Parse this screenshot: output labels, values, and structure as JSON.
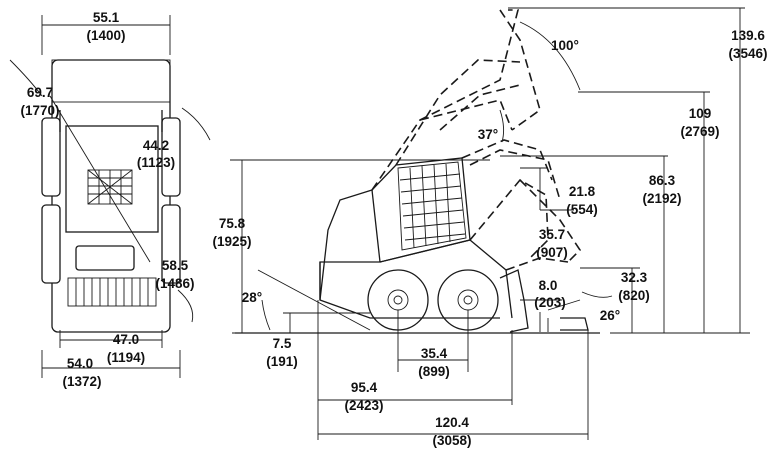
{
  "dimensions": {
    "top_width": {
      "value": "55.1",
      "metric": "(1400)"
    },
    "turning_dia": {
      "value": "69.7",
      "metric": "(1770)"
    },
    "bucket_front": {
      "value": "44.2",
      "metric": "(1123)"
    },
    "diag_rear": {
      "value": "58.5",
      "metric": "(1486)"
    },
    "track_width": {
      "value": "47.0",
      "metric": "(1194)"
    },
    "overall_width": {
      "value": "54.0",
      "metric": "(1372)"
    },
    "rollback_angle": {
      "value": "28°"
    },
    "ground_clear": {
      "value": "7.5",
      "metric": "(191)"
    },
    "height_cab": {
      "value": "75.8",
      "metric": "(1925)"
    },
    "wheelbase": {
      "value": "35.4",
      "metric": "(899)"
    },
    "length_no_bucket": {
      "value": "95.4",
      "metric": "(2423)"
    },
    "length_bucket": {
      "value": "120.4",
      "metric": "(3058)"
    },
    "dump_angle_top": {
      "value": "100°"
    },
    "dump_angle_mid": {
      "value": "37°"
    },
    "max_height": {
      "value": "139.6",
      "metric": "(3546)"
    },
    "hinge_height": {
      "value": "109",
      "metric": "(2769)"
    },
    "dump_height": {
      "value": "86.3",
      "metric": "(2192)"
    },
    "dump_reach_max": {
      "value": "21.8",
      "metric": "(554)"
    },
    "dump_reach": {
      "value": "35.7",
      "metric": "(907)"
    },
    "carry_height": {
      "value": "32.3",
      "metric": "(820)"
    },
    "carry_reach": {
      "value": "8.0",
      "metric": "(203)"
    },
    "departure_angle": {
      "value": "26°"
    }
  },
  "colors": {
    "ink": "#1a1a1a",
    "background": "#ffffff"
  }
}
